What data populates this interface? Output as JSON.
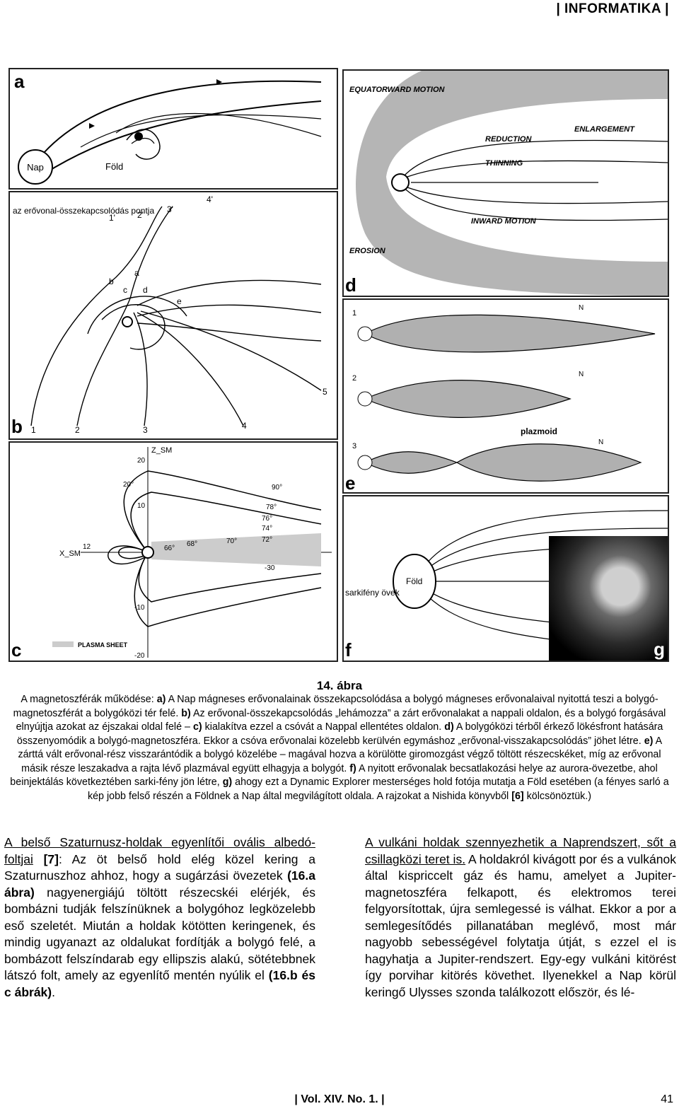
{
  "header": {
    "title": "| INFORMATIKA |"
  },
  "figure": {
    "panels": {
      "a": {
        "letter": "a",
        "sun_label": "Nap",
        "earth_label": "Föld"
      },
      "b": {
        "letter": "b",
        "reconnection_label": "az erővonal-összekapcsolódás pontja",
        "top_ticks": [
          "1'",
          "2'",
          "3'",
          "4'"
        ],
        "bottom_ticks": [
          "1",
          "2",
          "3",
          "4",
          "5"
        ],
        "line_letters": [
          "a",
          "b",
          "c",
          "d",
          "e"
        ]
      },
      "c": {
        "letter": "c",
        "z_axis": "Z_SM",
        "x_axis": "X_SM",
        "z_ticks": [
          "20",
          "10",
          "-10",
          "-20"
        ],
        "x_ticks": [
          "12",
          "-30"
        ],
        "angles": [
          "20°",
          "90°",
          "78°",
          "76°",
          "74°",
          "72°",
          "70°",
          "68°",
          "66°"
        ],
        "legend": "PLASMA SHEET"
      },
      "d": {
        "letter": "d",
        "labels": [
          "EQUATORWARD MOTION",
          "REDUCTION",
          "ENLARGEMENT",
          "THINNING",
          "INWARD MOTION",
          "EROSION"
        ]
      },
      "e": {
        "letter": "e",
        "row_markers": [
          "1",
          "2",
          "3"
        ],
        "plasmoid": "plazmoid",
        "n_label": "N"
      },
      "f": {
        "letter": "f",
        "earth_label": "Föld",
        "aurora_label": "sarkifény övek"
      },
      "g": {
        "letter": "g"
      }
    },
    "caption_title": "14. ábra",
    "caption_parts": [
      {
        "b": false,
        "t": "A magnetoszférák működése: "
      },
      {
        "b": true,
        "t": "a)"
      },
      {
        "b": false,
        "t": " A Nap mágneses erővonalainak összekapcsolódása a bolygó mágneses erővonalaival nyitottá teszi a bolygó-magnetoszférát a bolygóközi tér felé. "
      },
      {
        "b": true,
        "t": "b)"
      },
      {
        "b": false,
        "t": " Az erővonal-összekapcsolódás „lehámozza” a zárt erővonalakat a nappali oldalon, és a bolygó forgásával elnyújtja azokat az éjszakai oldal felé – "
      },
      {
        "b": true,
        "t": "c)"
      },
      {
        "b": false,
        "t": " kialakítva ezzel a csóvát a Nappal ellentétes oldalon. "
      },
      {
        "b": true,
        "t": "d)"
      },
      {
        "b": false,
        "t": " A bolygóközi térből érkező lökésfront hatására összenyomódik a bolygó-magnetoszféra. Ekkor a csóva erővonalai közelebb kerülvén egymáshoz „erővonal-visszakapcsolódás” jöhet létre. "
      },
      {
        "b": true,
        "t": "e)"
      },
      {
        "b": false,
        "t": " A zárttá vált erővonal-rész visszarántódik a bolygó közelébe – magával hozva a körülötte giromozgást végző töltött részecskéket, míg az erővonal másik része leszakadva a rajta lévő plazmával együtt elhagyja a bolygót. "
      },
      {
        "b": true,
        "t": "f)"
      },
      {
        "b": false,
        "t": " A nyitott erővonalak becsatlakozási helye az aurora-övezetbe, ahol beinjektálás következtében sarki-fény jön létre, "
      },
      {
        "b": true,
        "t": "g)"
      },
      {
        "b": false,
        "t": " ahogy ezt a Dynamic Explorer mesterséges hold fotója mutatja a Föld esetében (a fényes sarló a kép jobb felső részén a Földnek a Nap által megvilágított oldala. A rajzokat a Nishida könyvből "
      },
      {
        "b": true,
        "t": "[6]"
      },
      {
        "b": false,
        "t": " kölcsönöztük.)"
      }
    ]
  },
  "body": {
    "left": [
      {
        "s": "u",
        "t": "A belső Szaturnusz-holdak egyenlítői ovális albedó-foltjai"
      },
      {
        "s": "n",
        "t": " "
      },
      {
        "s": "b",
        "t": "[7]"
      },
      {
        "s": "n",
        "t": ": Az öt belső hold elég közel kering a Szaturnuszhoz ahhoz, hogy a sugárzási övezetek "
      },
      {
        "s": "b",
        "t": "(16.a ábra)"
      },
      {
        "s": "n",
        "t": " nagyenergiájú töltött részecskéi elérjék, és bombázni tudják felszínüknek a bolygóhoz legközelebb eső szeletét. Miután a holdak kötötten keringenek, és mindig ugyanazt az oldalukat fordítják a bolygó felé, a bombázott felszíndarab egy ellipszis alakú, sötétebbnek látszó folt, amely az egyenlítő mentén nyúlik el "
      },
      {
        "s": "b",
        "t": "(16.b és c ábrák)"
      },
      {
        "s": "n",
        "t": "."
      }
    ],
    "right": [
      {
        "s": "u",
        "t": "A vulkáni holdak szennyezhetik a Naprendszert, sőt a csillagközi teret is."
      },
      {
        "s": "n",
        "t": " A holdakról kivágott por és a vulkánok által kispriccelt gáz és hamu, amelyet a Jupiter-magnetoszféra felkapott, és elektromos terei felgyorsítottak, újra semlegessé is válhat. Ekkor a por a semlegesítődés pillanatában meglévő, most már nagyobb sebességével folytatja útját, s ezzel el is hagyhatja a Jupiter-rendszert. Egy-egy vulkáni kitörést így porvihar kitörés követhet. Ilyenekkel a Nap körül keringő Ulysses szonda találkozott először, és lé-"
      }
    ]
  },
  "footer": {
    "issue": "| Vol. XIV. No. 1. |",
    "page": "41"
  }
}
